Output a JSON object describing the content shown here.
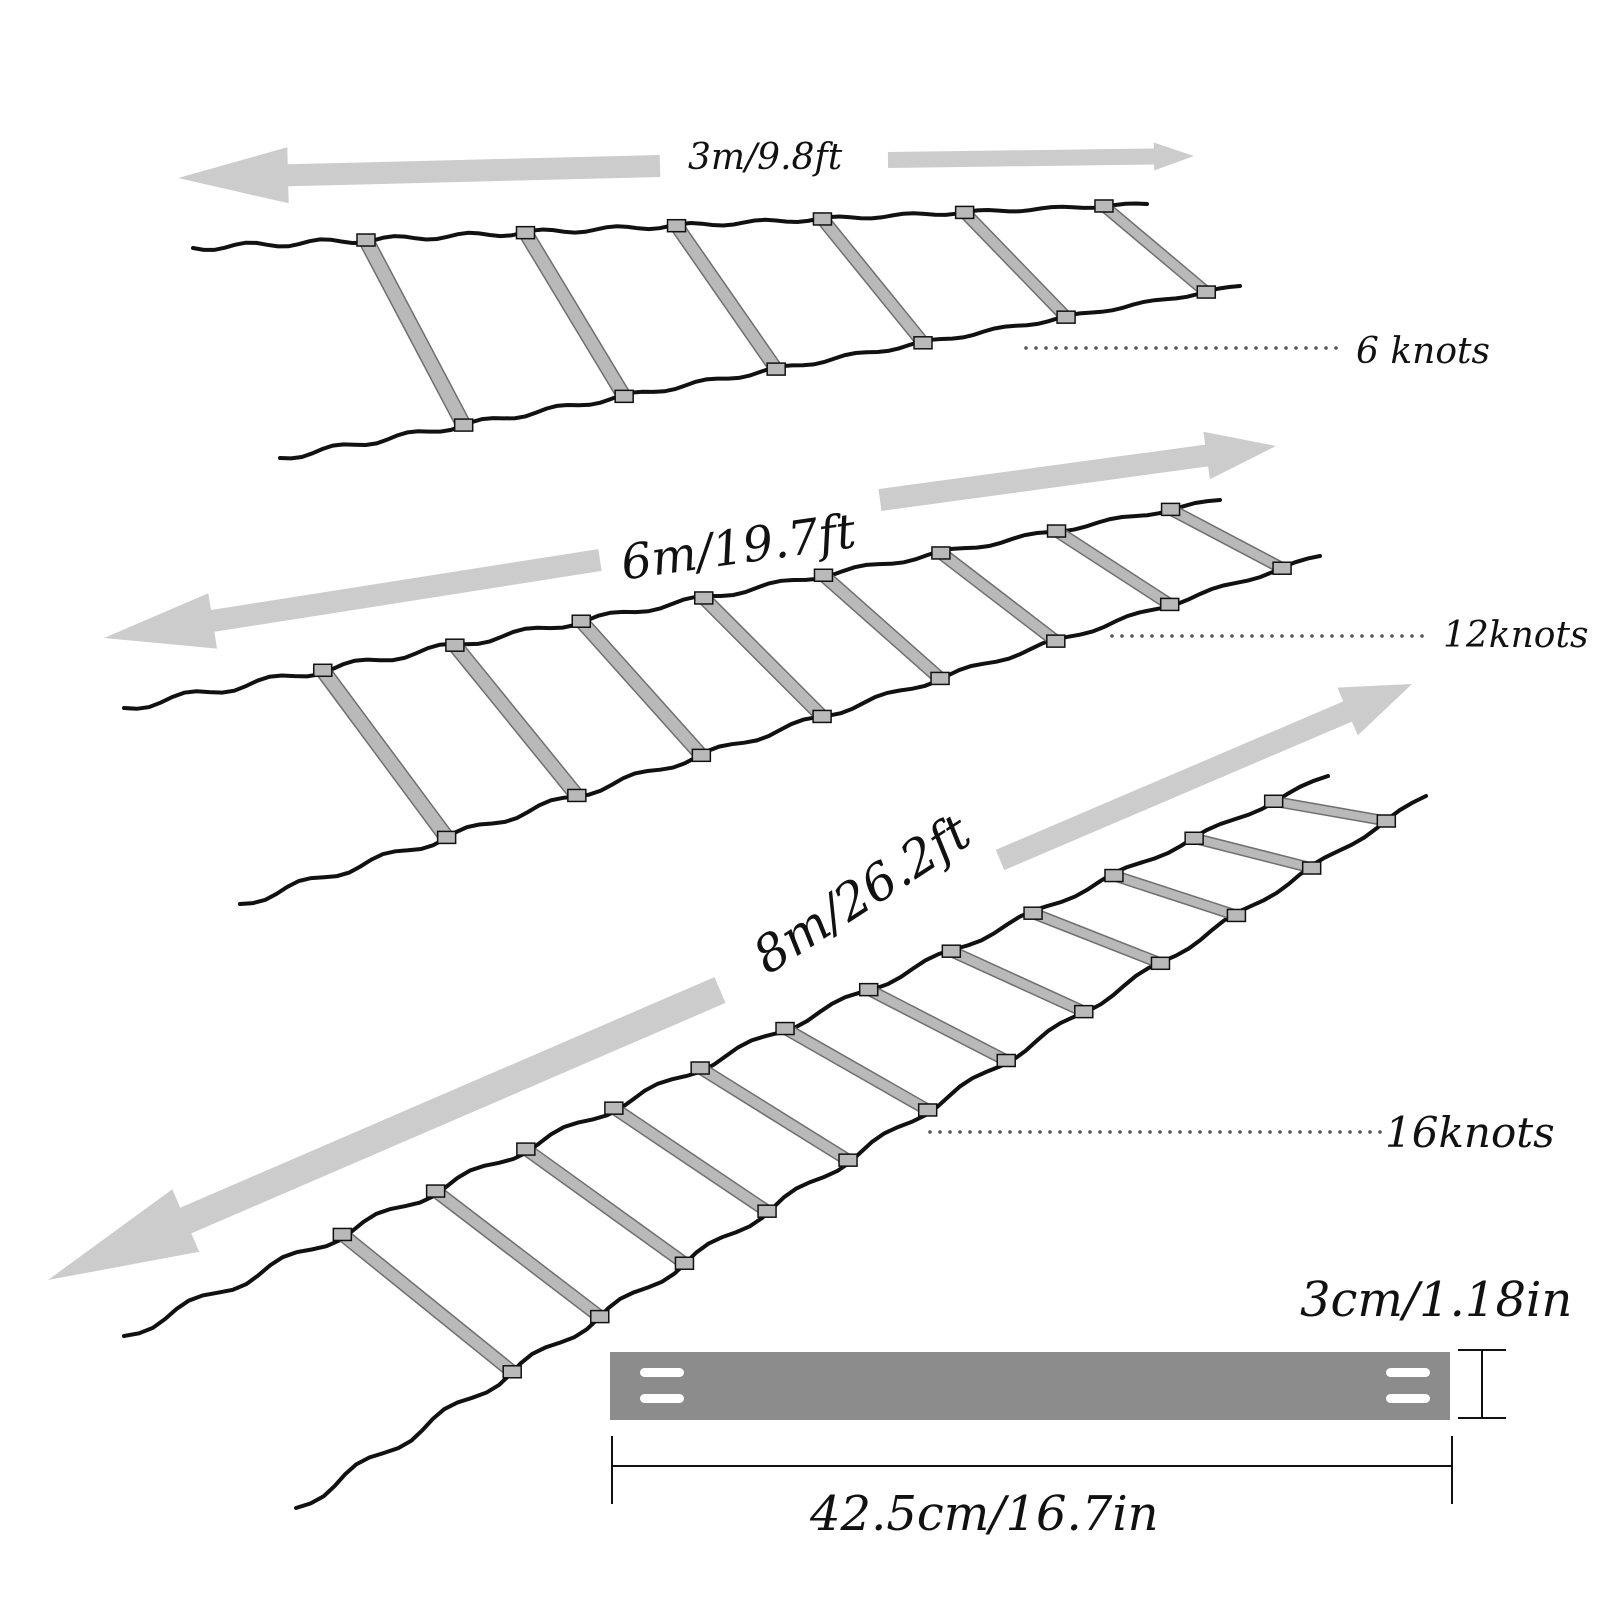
{
  "palette": {
    "arrow": "#cccccc",
    "strap": "#111111",
    "rung": "#b9b9b9",
    "rung_edge": "#6f6f6f",
    "rung_detail": "#8c8c8c",
    "dots": "#555555",
    "text": "#111111"
  },
  "ladders": [
    {
      "length_label": "3m/9.8ft",
      "knots_label": "6 knots",
      "rung_count": 6
    },
    {
      "length_label": "6m/19.7ft",
      "knots_label": "12knots",
      "rung_count": 8
    },
    {
      "length_label": "8m/26.2ft",
      "knots_label": "16knots",
      "rung_count": 12
    }
  ],
  "rung_detail": {
    "width_label": "3cm/1.18in",
    "length_label": "42.5cm/16.7in"
  }
}
